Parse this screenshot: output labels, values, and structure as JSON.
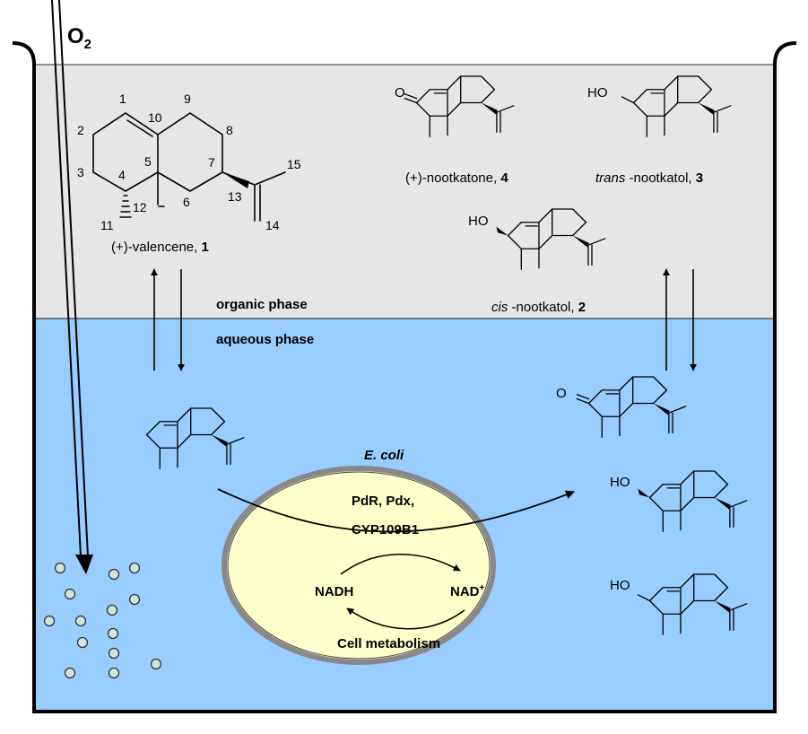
{
  "gas": {
    "label_main": "O",
    "label_sub": "2"
  },
  "phases": {
    "organic": "organic phase",
    "aqueous": "aqueous phase"
  },
  "valencene": {
    "name": "(+)-valencene, ",
    "number": "1",
    "atom_numbers": [
      "1",
      "2",
      "3",
      "4",
      "5",
      "6",
      "7",
      "8",
      "9",
      "10",
      "11",
      "12",
      "13",
      "14",
      "15"
    ]
  },
  "nootkatone": {
    "name": "(+)-nootkatone, ",
    "number": "4",
    "substituent": "O"
  },
  "trans_nootkatol": {
    "prefix": "trans",
    "name": " -nootkatol, ",
    "number": "3",
    "substituent": "HO"
  },
  "cis_nootkatol": {
    "prefix": "cis",
    "name": " -nootkatol, ",
    "number": "2",
    "substituent": "HO"
  },
  "aqueous_products": {
    "ketone_label": "O",
    "alcohol1_label": "HO",
    "alcohol2_label": "HO"
  },
  "cell": {
    "organism": "E. coli",
    "enzymes_line1": "PdR, Pdx,",
    "enzymes_line2": "CYP109B1",
    "cofactor_left": "NADH",
    "cofactor_right": "NAD",
    "cofactor_right_sup": "+",
    "metabolism": "Cell metabolism"
  },
  "colors": {
    "organic_phase": "#e6e6e6",
    "aqueous_phase": "#99ccff",
    "cell_fill": "#ffffcc",
    "cell_border": "#888888",
    "bubble_fill": "#cce6d9"
  },
  "bubble_count": 14
}
